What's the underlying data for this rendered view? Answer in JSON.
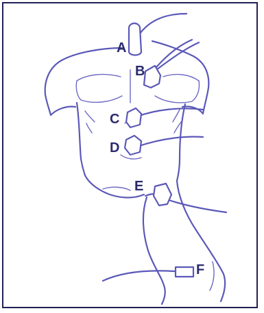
{
  "colors": {
    "ink": "#5b58b8",
    "label": "#2b2b6e",
    "border": "#1f1f55",
    "background": "#ffffff"
  },
  "labels": [
    {
      "id": "A",
      "text": "A"
    },
    {
      "id": "B",
      "text": "B"
    },
    {
      "id": "C",
      "text": "C"
    },
    {
      "id": "D",
      "text": "D"
    },
    {
      "id": "E",
      "text": "E"
    },
    {
      "id": "F",
      "text": "F"
    }
  ]
}
